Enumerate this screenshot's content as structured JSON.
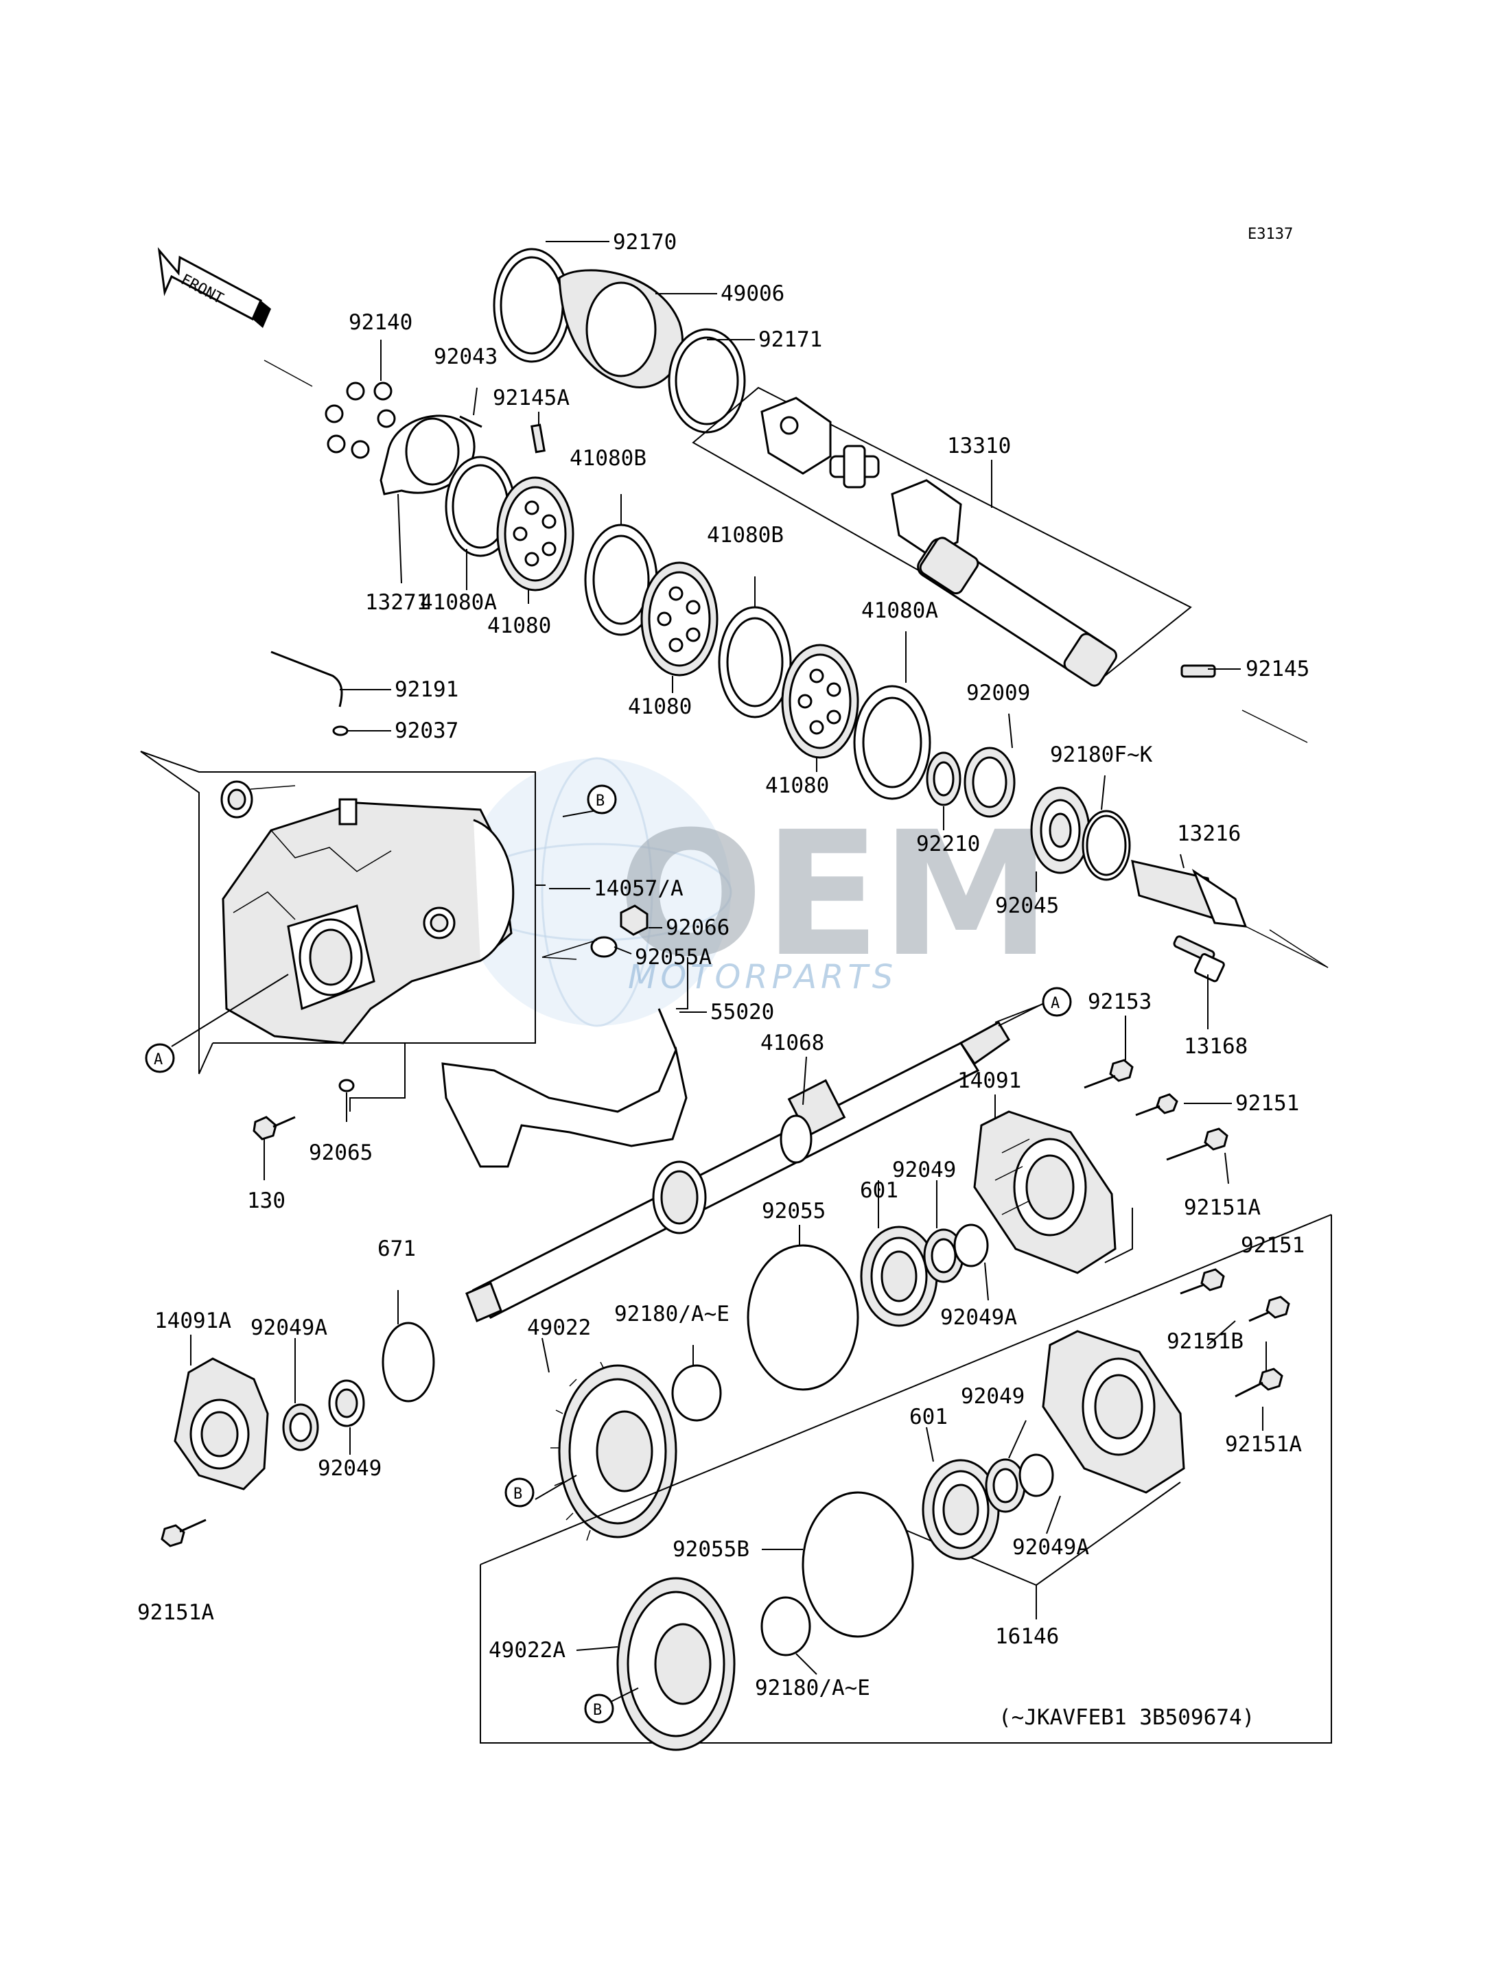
{
  "diagram": {
    "code": "E3137",
    "front_label": "FRONT",
    "footnote": "(~JKAVFEB1 3B509674)"
  },
  "watermark": {
    "brand": "OEM",
    "sub": "MOTORPARTS"
  },
  "refs": {
    "a1": "A",
    "a2": "A",
    "b1": "B",
    "b2": "B",
    "b3": "B"
  },
  "labels": {
    "p92170": "92170",
    "p49006": "49006",
    "p92171": "92171",
    "p92140": "92140",
    "p92043": "92043",
    "p92145A": "92145A",
    "p13310": "13310",
    "p41080B_1": "41080B",
    "p41080B_2": "41080B",
    "p13271": "13271",
    "p41080A_1": "41080A",
    "p41080_1": "41080",
    "p41080_2": "41080",
    "p41080A_2": "41080A",
    "p41080_3": "41080",
    "p92145": "92145",
    "p92191": "92191",
    "p92037": "92037",
    "p92009": "92009",
    "p92180FK": "92180F~K",
    "p13216": "13216",
    "p92210": "92210",
    "p92045": "92045",
    "p14057A": "14057/A",
    "p92066": "92066",
    "p92055A": "92055A",
    "p55020": "55020",
    "p92153": "92153",
    "p41068": "41068",
    "p13168": "13168",
    "p14091": "14091",
    "p92151_1": "92151",
    "p92065": "92065",
    "p130": "130",
    "p92049_1": "92049",
    "p601_1": "601",
    "p92055": "92055",
    "p92151A_1": "92151A",
    "p671": "671",
    "p92151_2": "92151",
    "p14091A": "14091A",
    "p92049A_1": "92049A",
    "p49022": "49022",
    "p92180AE_1": "92180/A~E",
    "p92049A_2": "92049A",
    "p92151B": "92151B",
    "p92049_2": "92049",
    "p601_2": "601",
    "p92151A_2": "92151A",
    "p92049_3": "92049",
    "p92049A_3": "92049A",
    "p92055B": "92055B",
    "p92151A_3": "92151A",
    "p16146": "16146",
    "p49022A": "49022A",
    "p92180AE_2": "92180/A~E"
  }
}
